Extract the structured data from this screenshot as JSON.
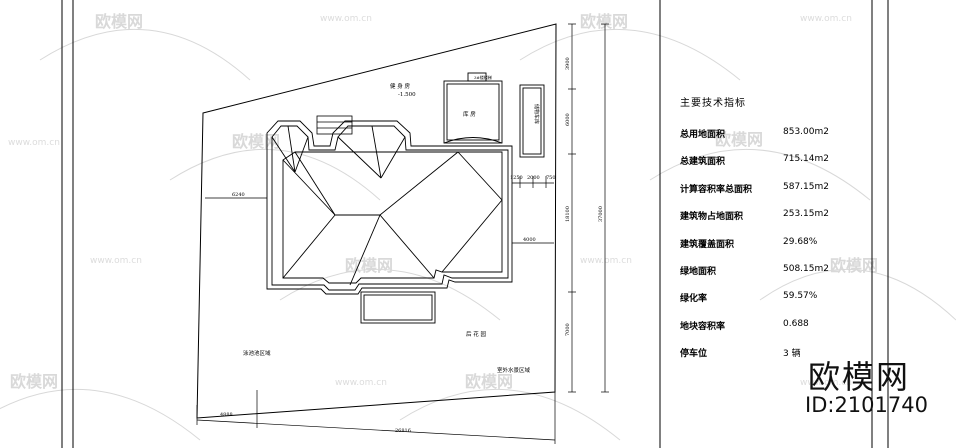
{
  "labels": {
    "fitness_room": "健 身 房",
    "fitness_elev": "-1.500",
    "small_bar": "3#楼楼梯",
    "storage": "库 房",
    "garage": "储物车库",
    "pond_area": "泳池池区域",
    "courtyard": "后 花 园",
    "lawn_area": "室外水景区域"
  },
  "dimensions": {
    "left_width": "6240",
    "dim_1250": "1250",
    "dim_2000": "2000",
    "dim_750": "750",
    "dim_4000": "4000",
    "bottom_left": "4888",
    "bottom_total": "26816",
    "right_top": "3900",
    "right_mid1": "6000",
    "right_mid2": "18100",
    "right_total": "37000",
    "right_bottom": "7000"
  },
  "stats": {
    "title": "主要技术指标",
    "rows": [
      {
        "label": "总用地面积",
        "value": "853.00m2"
      },
      {
        "label": "总建筑面积",
        "value": "715.14m2"
      },
      {
        "label": "计算容积率总面积",
        "value": "587.15m2"
      },
      {
        "label": "建筑物占地面积",
        "value": "253.15m2"
      },
      {
        "label": "建筑覆盖面积",
        "value": "29.68%"
      },
      {
        "label": "绿地面积",
        "value": "508.15m2"
      },
      {
        "label": "绿化率",
        "value": "59.57%"
      },
      {
        "label": "地块容积率",
        "value": "0.688"
      },
      {
        "label": "停车位",
        "value": "3 辆"
      }
    ]
  },
  "brand": {
    "name": "欧模网",
    "id": "ID:2101740"
  },
  "watermark": {
    "text": "欧模网",
    "url": "www.om.cn"
  }
}
